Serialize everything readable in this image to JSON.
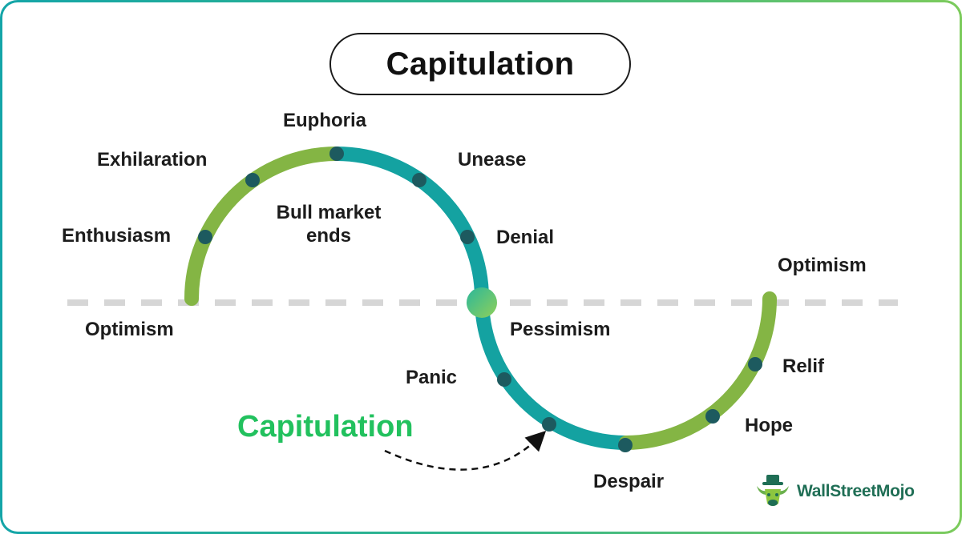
{
  "title": "Capitulation",
  "labels": {
    "euphoria": "Euphoria",
    "exhilaration": "Exhilaration",
    "unease": "Unease",
    "bull_market_line1": "Bull market",
    "bull_market_line2": "ends",
    "enthusiasm": "Enthusiasm",
    "denial": "Denial",
    "optimism_left": "Optimism",
    "optimism_right": "Optimism",
    "pessimism": "Pessimism",
    "panic": "Panic",
    "relif": "Relif",
    "hope": "Hope",
    "despair": "Despair",
    "capitulation": "Capitulation"
  },
  "brand": {
    "name": "WallStreetMojo",
    "icon": "bull-mascot-icon"
  },
  "colors": {
    "green": "#84b544",
    "teal": "#14a2a1",
    "dot": "#1d5a5f",
    "capitulation_text": "#22c15e",
    "baseline": "#d6d6d6"
  }
}
